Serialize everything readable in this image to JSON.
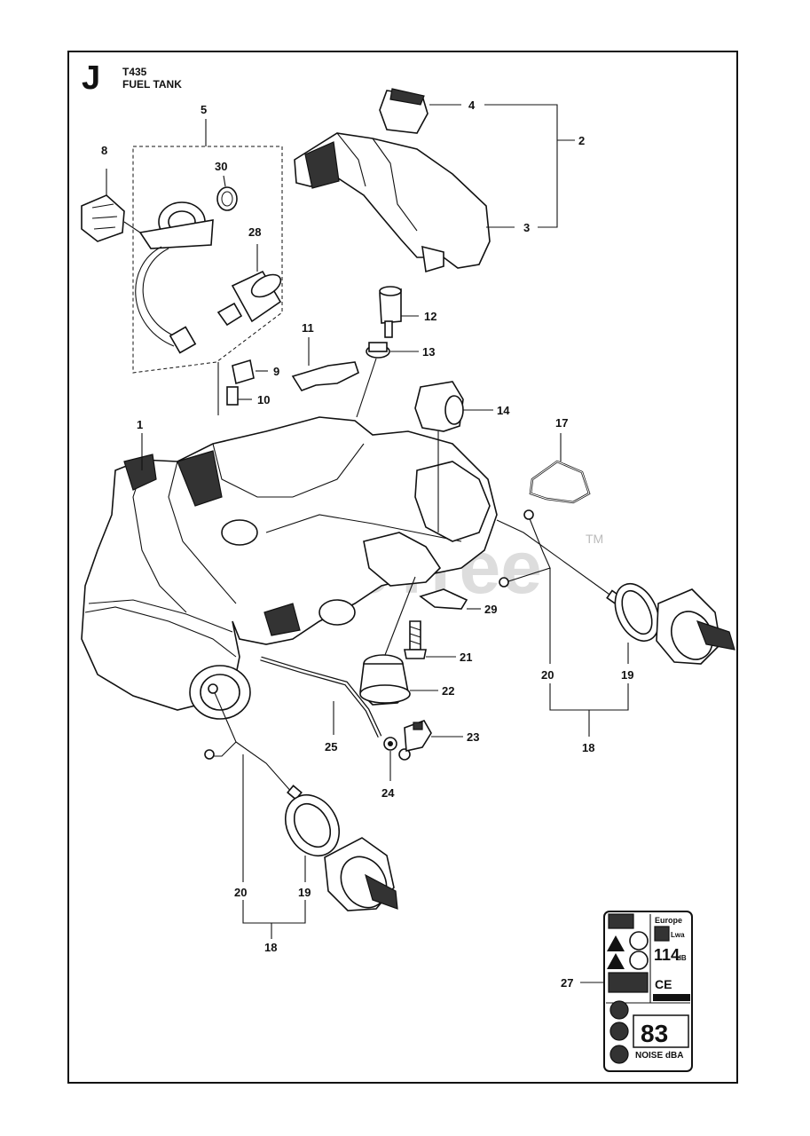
{
  "header": {
    "section_letter": "J",
    "model": "T435",
    "title": "FUEL TANK"
  },
  "watermark": {
    "text": "PartsTree",
    "trademark": "TM"
  },
  "callouts": {
    "c1": "1",
    "c2": "2",
    "c3": "3",
    "c4": "4",
    "c5": "5",
    "c8": "8",
    "c9": "9",
    "c10": "10",
    "c11": "11",
    "c12": "12",
    "c13": "13",
    "c14": "14",
    "c17": "17",
    "c18a": "18",
    "c18b": "18",
    "c19a": "19",
    "c19b": "19",
    "c20a": "20",
    "c20b": "20",
    "c21": "21",
    "c22": "22",
    "c23": "23",
    "c24": "24",
    "c25": "25",
    "c27": "27",
    "c28": "28",
    "c29": "29",
    "c30": "30"
  },
  "decal": {
    "region": "Europe",
    "sound_power": "114",
    "sound_unit": "dB",
    "lwa": "Lwa",
    "ce": "CE",
    "noise_value": "83",
    "noise_label": "NOISE dBA"
  }
}
